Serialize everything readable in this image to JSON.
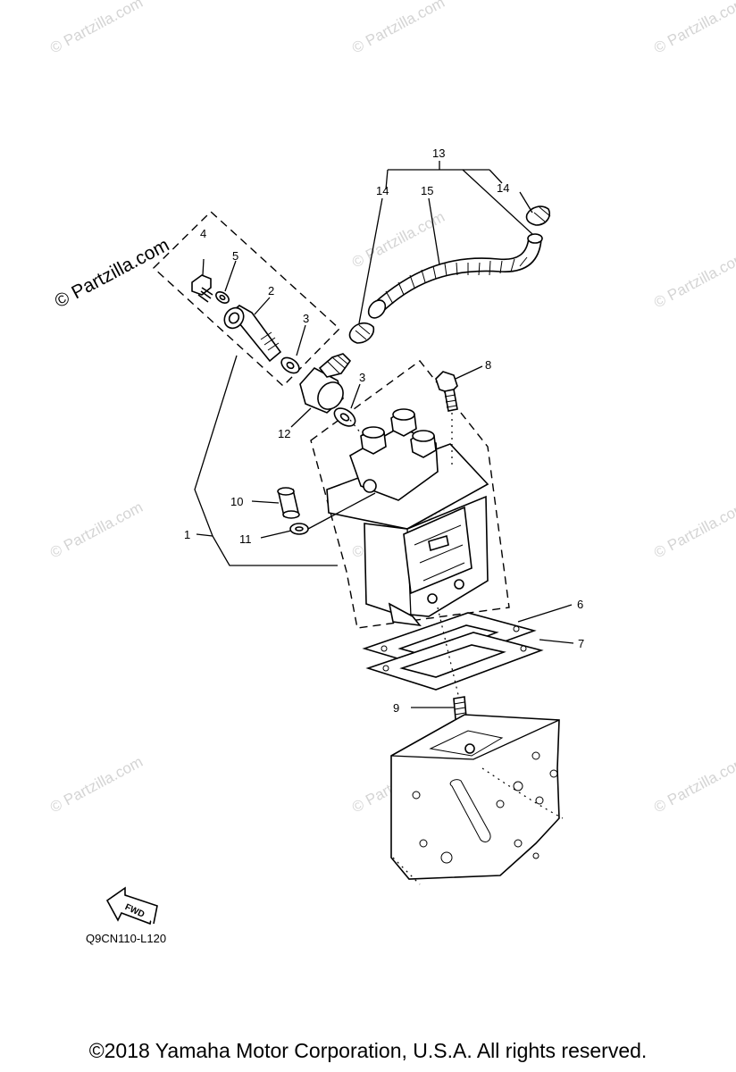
{
  "watermark": {
    "text": "© Partzilla.com",
    "large_text": "© Partzilla.com"
  },
  "callouts": {
    "c1": "1",
    "c2": "2",
    "c3a": "3",
    "c3b": "3",
    "c4": "4",
    "c5": "5",
    "c6": "6",
    "c7": "7",
    "c8": "8",
    "c9": "9",
    "c10": "10",
    "c11": "11",
    "c12": "12",
    "c13": "13",
    "c14a": "14",
    "c14b": "14",
    "c15": "15"
  },
  "fwd_label": "FWD",
  "diagram_code": "Q9CN110-L120",
  "copyright": "©2018  Yamaha Motor Corporation, U.S.A. All rights reserved."
}
